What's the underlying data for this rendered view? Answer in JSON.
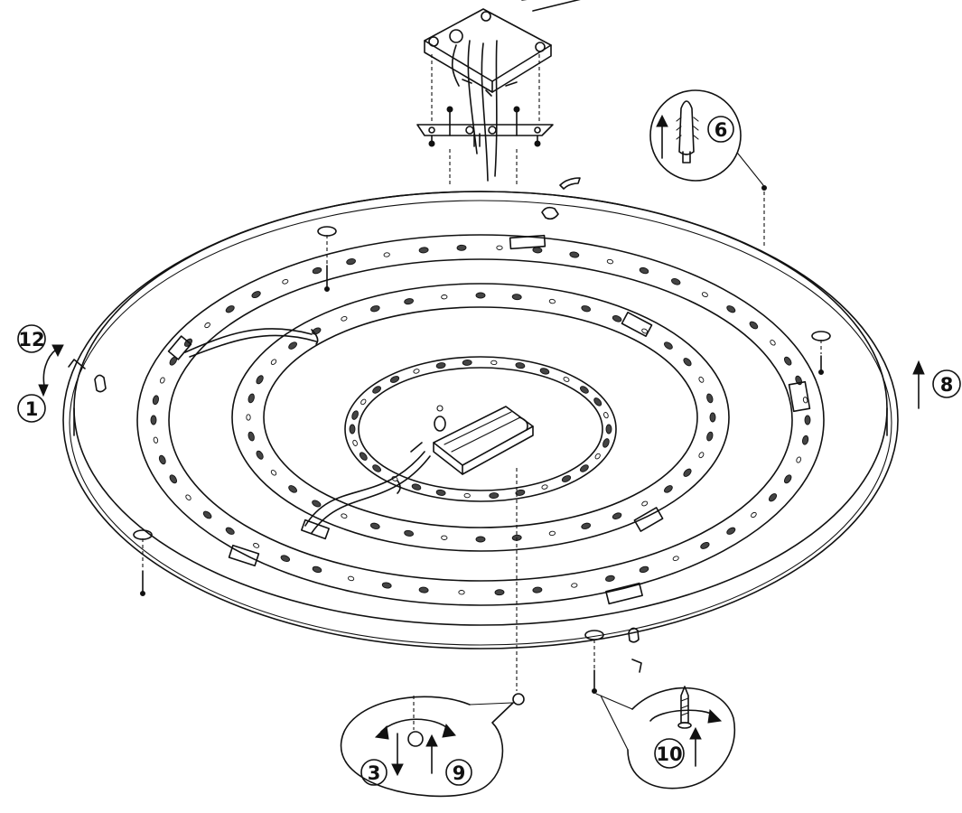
{
  "step_labels": {
    "s1": "1",
    "s3": "3",
    "s6": "6",
    "s8": "8",
    "s9": "9",
    "s10": "10",
    "s12": "12"
  },
  "colors": {
    "ink": "#111111",
    "background": "#ffffff"
  },
  "icons": [
    "rotate-arrow-icon",
    "up-arrow-icon",
    "down-arrow-icon",
    "wall-plug-icon",
    "screw-icon",
    "junction-box-icon",
    "mounting-bracket-icon"
  ],
  "dot_rings": {
    "outer_ring_dots": 54,
    "middle_ring_dots": 40,
    "inner_ring_dots": 30
  }
}
